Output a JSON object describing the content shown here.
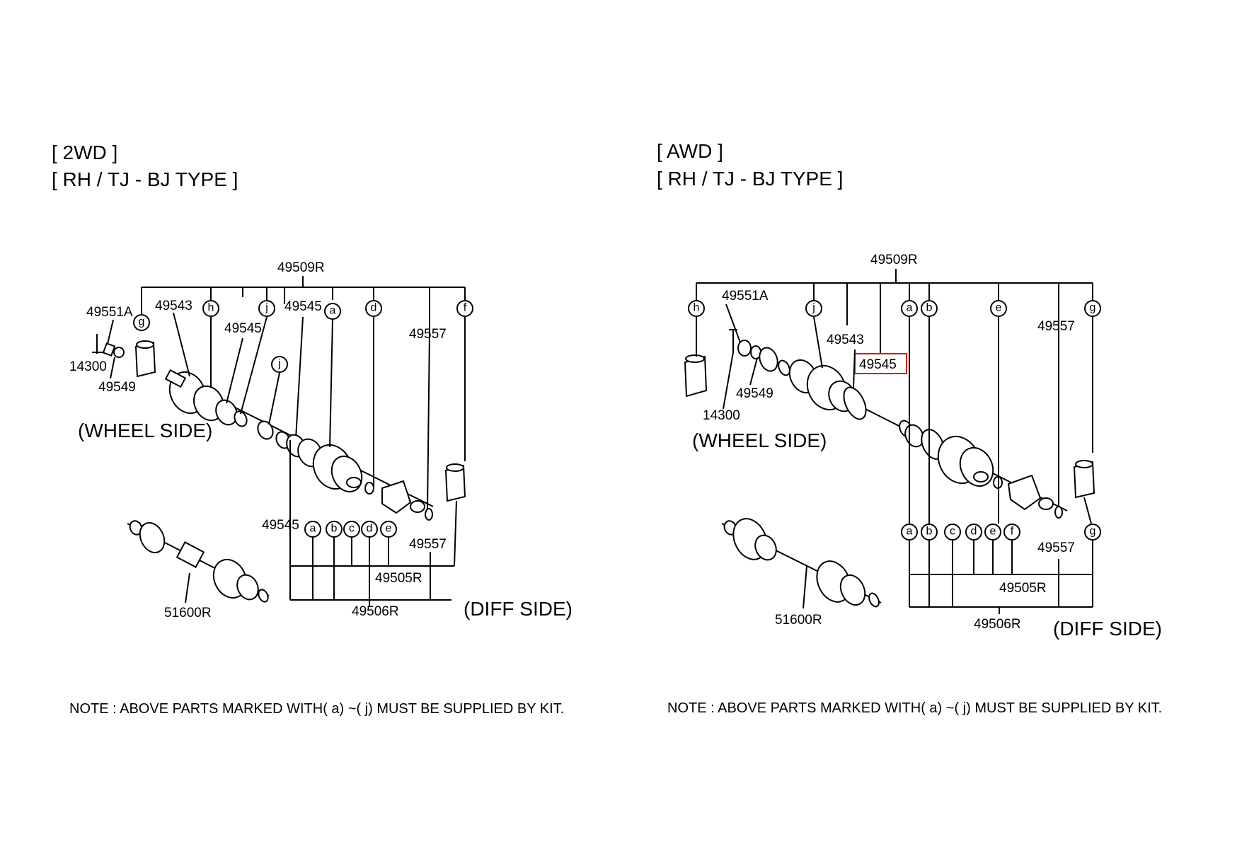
{
  "colors": {
    "ink": "#000000",
    "highlight": "#d02020",
    "background": "#ffffff"
  },
  "left": {
    "header_line1": "[ 2WD ]",
    "header_line2": "[ RH / TJ - BJ TYPE ]",
    "labels": {
      "p49509R": "49509R",
      "p49551A": "49551A",
      "p49543": "49543",
      "p49545_a": "49545",
      "p49545_b": "49545",
      "p49557_top": "49557",
      "p14300": "14300",
      "p49549": "49549",
      "p49545_c": "49545",
      "p49557_bottom": "49557",
      "p49505R": "49505R",
      "p49506R": "49506R",
      "p51600R": "51600R"
    },
    "wheel_side": "(WHEEL SIDE)",
    "diff_side": "(DIFF SIDE)",
    "top_markers": [
      "g",
      "h",
      "j",
      "a",
      "d",
      "f"
    ],
    "mid_marker": "j",
    "bottom_markers": [
      "a",
      "b",
      "c",
      "d",
      "e"
    ],
    "note": "NOTE :  ABOVE PARTS  MARKED WITH(  a) ~(  j)  MUST BE SUPPLIED BY KIT."
  },
  "right": {
    "header_line1": "[ AWD ]",
    "header_line2": "[ RH / TJ - BJ TYPE ]",
    "labels": {
      "p49509R": "49509R",
      "p49551A": "49551A",
      "p49543": "49543",
      "p49545_highlight": "49545",
      "p49557_top": "49557",
      "p49549": "49549",
      "p14300": "14300",
      "p49557_bottom": "49557",
      "p49505R": "49505R",
      "p49506R": "49506R",
      "p51600R": "51600R"
    },
    "wheel_side": "(WHEEL SIDE)",
    "diff_side": "(DIFF SIDE)",
    "top_markers": [
      "h",
      "j",
      "a",
      "b",
      "e",
      "g"
    ],
    "bottom_markers": [
      "a",
      "b",
      "c",
      "d",
      "e",
      "f",
      "g"
    ],
    "note": "NOTE :  ABOVE PARTS  MARKED WITH(  a) ~(  j)  MUST BE SUPPLIED BY KIT."
  }
}
